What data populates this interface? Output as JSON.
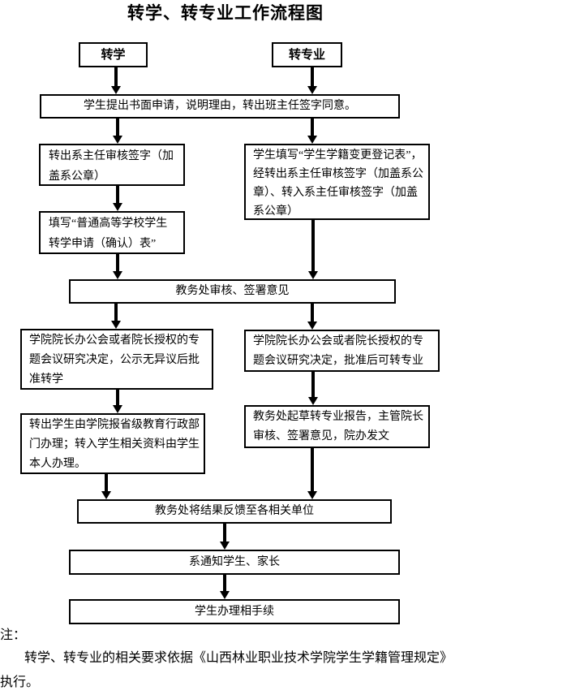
{
  "title": "转学、转专业工作流程图",
  "flowchart": {
    "nodes": {
      "zhuanxue": "转学",
      "zhuanzhuanye": "转专业",
      "apply": "学生提出书面申请，说明理由，转出班主任签字同意。",
      "out_dept_sign": "转出系主任审核签字（加盖系公章）",
      "register_form": "学生填写“学生学籍变更登记表”，经转出系主任审核签字（加盖系公章）、转入系主任审核签字（加盖系公章）",
      "fill_transfer_form": "填写“普通高等学校学生转学申请（确认）表”",
      "academic_review": "教务处审核、签署意见",
      "president_left": "学院院长办公会或者院长授权的专题会议研究决定，公示无异议后批准转学",
      "president_right": "学院院长办公会或者院长授权的专题会议研究决定，批准后可转专业",
      "transfer_out_handle": "转出学生由学院报省级教育行政部门办理；转入学生相关资料由学生本人办理。",
      "draft_report": "教务处起草转专业报告，主管院长审核、签署意见，院办发文",
      "feedback": "教务处将结果反馈至各相关单位",
      "notify": "系通知学生、家长",
      "procedure": "学生办理相手续"
    }
  },
  "notes": {
    "label": "注：",
    "line1": "转学、转专业的相关要求依据《山西林业职业技术学院学生学籍管理规定》",
    "line2": "执行。"
  },
  "colors": {
    "border": "#000000",
    "background": "#ffffff",
    "text": "#000000"
  }
}
